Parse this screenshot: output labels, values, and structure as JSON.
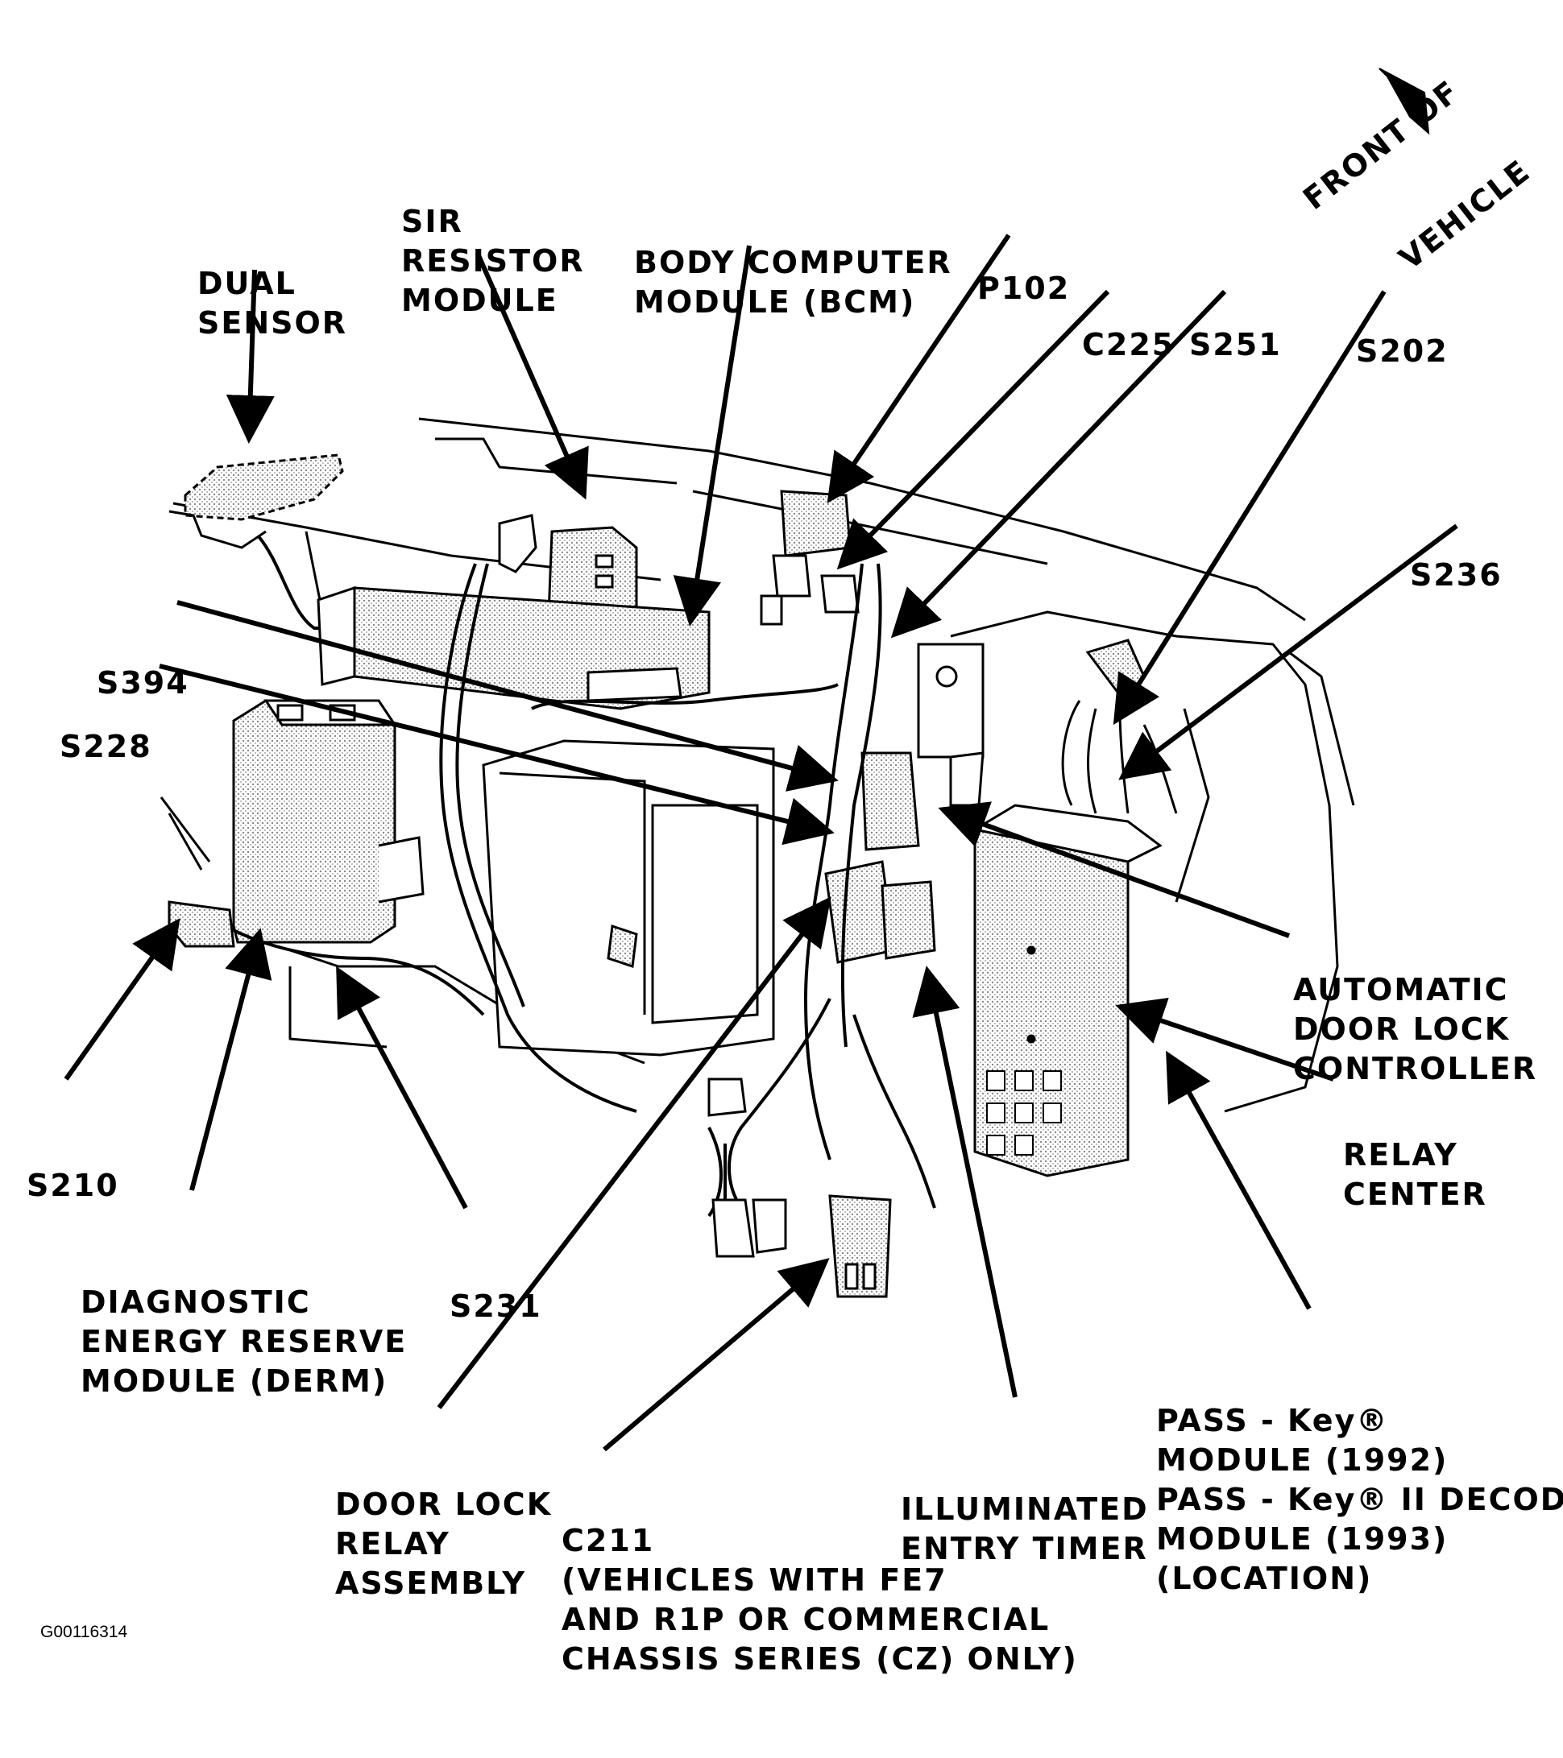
{
  "figure_id": "G00116314",
  "orientation": [
    "FRONT OF",
    "VEHICLE"
  ],
  "labels": {
    "dual_sensor": [
      "DUAL",
      "SENSOR"
    ],
    "sir_resistor": [
      "SIR",
      "RESISTOR",
      "MODULE"
    ],
    "bcm": [
      "BODY COMPUTER",
      "MODULE (BCM)"
    ],
    "p102": [
      "P102"
    ],
    "c225": [
      "C225"
    ],
    "s251": [
      "S251"
    ],
    "s202": [
      "S202"
    ],
    "s236": [
      "S236"
    ],
    "s394": [
      "S394"
    ],
    "s228": [
      "S228"
    ],
    "adlc": [
      "AUTOMATIC",
      "DOOR LOCK",
      "CONTROLLER"
    ],
    "relay_center": [
      "RELAY",
      "CENTER"
    ],
    "s210": [
      "S210"
    ],
    "derm": [
      "DIAGNOSTIC",
      "ENERGY RESERVE",
      "MODULE (DERM)"
    ],
    "s231": [
      "S231"
    ],
    "door_lock_relay": [
      "DOOR LOCK",
      "RELAY",
      "ASSEMBLY"
    ],
    "c211": [
      "C211",
      "(VEHICLES WITH FE7",
      "AND R1P OR COMMERCIAL",
      "CHASSIS SERIES (CZ) ONLY)"
    ],
    "illuminated_entry": [
      "ILLUMINATED",
      "ENTRY TIMER"
    ],
    "pass_key": [
      "PASS - Key®",
      "MODULE (1992)",
      "PASS - Key® II DECODER",
      "MODULE (1993)",
      "(LOCATION)"
    ]
  }
}
